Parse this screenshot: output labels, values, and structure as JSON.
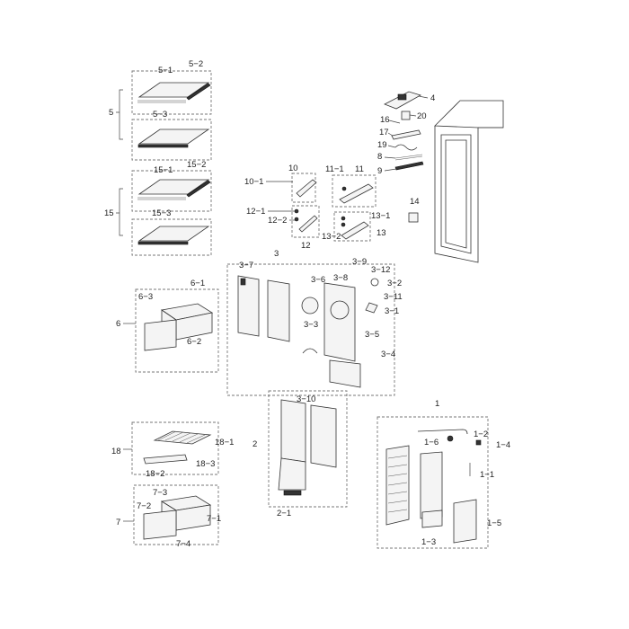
{
  "diagram": {
    "labels": {
      "l4": "4",
      "l20": "20",
      "l16": "16",
      "l17": "17",
      "l19": "19",
      "l8": "8",
      "l9": "9",
      "l5": "5",
      "l5_1": "5−1",
      "l5_2": "5−2",
      "l5_3": "5−3",
      "l15": "15",
      "l15_1": "15−1",
      "l15_2": "15−2",
      "l15_3": "15−3",
      "l10": "10",
      "l10_1": "10−1",
      "l11": "11",
      "l11_1": "11−1",
      "l12": "12",
      "l12_1": "12−1",
      "l12_2": "12−2",
      "l13": "13",
      "l13_1": "13−1",
      "l13_2": "13−2",
      "l14": "14",
      "l3": "3",
      "l3_1": "3−1",
      "l3_2": "3−2",
      "l3_3": "3−3",
      "l3_4": "3−4",
      "l3_5": "3−5",
      "l3_6": "3−6",
      "l3_7": "3−7",
      "l3_8": "3−8",
      "l3_9": "3−9",
      "l3_10": "3−10",
      "l3_11": "3−11",
      "l3_12": "3−12",
      "l6": "6",
      "l6_1": "6−1",
      "l6_2": "6−2",
      "l6_3": "6−3",
      "l2": "2",
      "l2_1": "2−1",
      "l1": "1",
      "l1_1": "1−1",
      "l1_2": "1−2",
      "l1_3": "1−3",
      "l1_4": "1−4",
      "l1_5": "1−5",
      "l1_6": "1−6",
      "l18": "18",
      "l18_1": "18−1",
      "l18_2": "18−2",
      "l18_3": "18−3",
      "l7": "7",
      "l7_1": "7−1",
      "l7_2": "7−2",
      "l7_3": "7−3",
      "l7_4": "7−4"
    }
  }
}
